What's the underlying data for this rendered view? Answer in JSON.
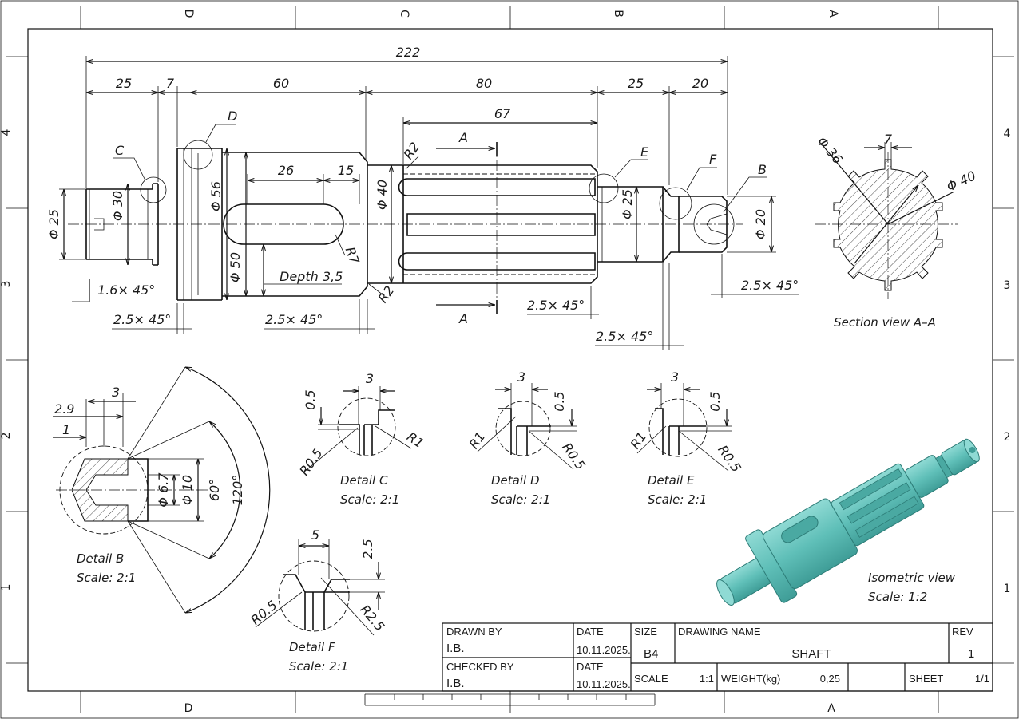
{
  "zones": {
    "columns": [
      "D",
      "C",
      "B",
      "A"
    ],
    "rows": [
      "4",
      "3",
      "2",
      "1"
    ]
  },
  "main_view": {
    "dims": {
      "overall": "222",
      "seg1": "25",
      "seg2": "7",
      "seg3": "60",
      "seg4": "80",
      "seg5": "25",
      "seg6": "20",
      "spline_len": "67",
      "slot_len": "26",
      "slot_pos": "15",
      "d25_left": "Φ 25",
      "d30": "Φ 30",
      "d56": "Φ 56",
      "d50": "Φ 50",
      "d40": "Φ 40",
      "d25_right": "Φ 25",
      "d20": "Φ 20",
      "r2_top": "R2",
      "r2_bottom": "R2",
      "r7": "R7",
      "depth": "Depth 3,5",
      "ch_1_6": "1.6× 45°",
      "ch_left": "2.5× 45°",
      "ch_mid": "2.5× 45°",
      "ch_spline": "2.5× 45°",
      "ch_right_low": "2.5× 45°",
      "ch_right": "2.5× 45°"
    },
    "callouts": {
      "c": "C",
      "d": "D",
      "e": "E",
      "f": "F",
      "b": "B",
      "section_top": "A",
      "section_bottom": "A"
    }
  },
  "section_view": {
    "label": "Section view A–A",
    "d36": "Φ 36",
    "d40": "Φ 40",
    "key_width": "7"
  },
  "detail_b": {
    "title": "Detail B",
    "scale": "Scale:  2:1",
    "d2_9": "2.9",
    "d3": "3",
    "d1": "1",
    "d6_7": "Φ 6.7",
    "d10": "Φ 10",
    "a60": "60°",
    "a120": "120°"
  },
  "detail_c": {
    "title": "Detail C",
    "scale": "Scale:  2:1",
    "w": "3",
    "h": "0.5",
    "r1": "R1",
    "r05": "R0.5"
  },
  "detail_d": {
    "title": "Detail D",
    "scale": "Scale:  2:1",
    "w": "3",
    "h": "0.5",
    "r1": "R1",
    "r05": "R0.5"
  },
  "detail_e": {
    "title": "Detail E",
    "scale": "Scale:  2:1",
    "w": "3",
    "h": "0.5",
    "r1": "R1",
    "r05": "R0.5"
  },
  "detail_f": {
    "title": "Detail F",
    "scale": "Scale:  2:1",
    "w": "5",
    "h": "2.5",
    "r05": "R0.5",
    "r25": "R2.5"
  },
  "isometric": {
    "title": "Isometric view",
    "scale": "Scale: 1:2",
    "color": "#5fbfb8"
  },
  "title_block": {
    "drawn_by_label": "DRAWN BY",
    "drawn_by": "I.B.",
    "checked_by_label": "CHECKED BY",
    "checked_by": "I.B.",
    "date_label_1": "DATE",
    "date_1": "10.11.2025.",
    "date_label_2": "DATE",
    "date_2": "10.11.2025.",
    "size_label": "SIZE",
    "size": "B4",
    "name_label": "DRAWING NAME",
    "name": "SHAFT",
    "rev_label": "REV",
    "rev": "1",
    "scale_label": "SCALE",
    "scale": "1:1",
    "weight_label": "WEIGHT(kg)",
    "weight": "0,25",
    "sheet_label": "SHEET",
    "sheet": "1/1"
  }
}
